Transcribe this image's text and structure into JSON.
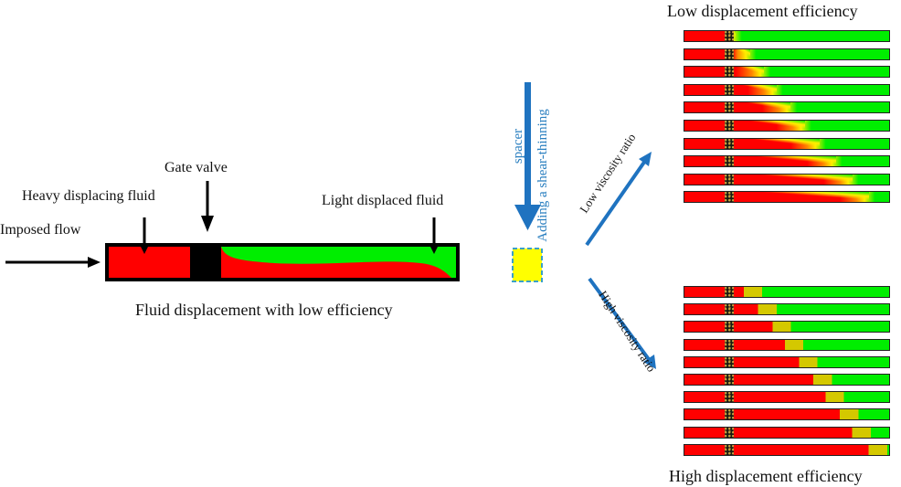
{
  "left_panel": {
    "labels": {
      "imposed_flow": "Imposed flow",
      "heavy_fluid": "Heavy displacing fluid",
      "gate_valve": "Gate valve",
      "light_fluid": "Light displaced fluid"
    },
    "caption": "Fluid displacement with low efficiency"
  },
  "middle": {
    "spacer_label_line1": "Adding a shear-thinning",
    "spacer_label_line2": "spacer",
    "low_branch_label": "Low viscosity ratio",
    "high_branch_label": "High viscosity ratio"
  },
  "right_panel": {
    "top_title": "Low displacement efficiency",
    "bottom_title": "High displacement efficiency"
  },
  "colors": {
    "heavy_fluid": "#ff0000",
    "light_fluid": "#00ee00",
    "spacer": "#ffff00",
    "mixing_zone": "#d4c800",
    "gate": "#000000",
    "accent_blue": "#1f73c0"
  },
  "low_efficiency_series": {
    "description": "Interface front position (fraction of strip length) over time, low viscosity ratio",
    "front_fraction": [
      0.25,
      0.32,
      0.39,
      0.45,
      0.52,
      0.59,
      0.66,
      0.74,
      0.82,
      0.9
    ]
  },
  "high_efficiency_series": {
    "description": "Red/yellow boundary position (fraction of strip length) over time, high viscosity ratio",
    "red_end_fraction": [
      0.29,
      0.36,
      0.43,
      0.49,
      0.56,
      0.63,
      0.69,
      0.76,
      0.82,
      0.9
    ],
    "yellow_width_fraction": 0.09
  }
}
